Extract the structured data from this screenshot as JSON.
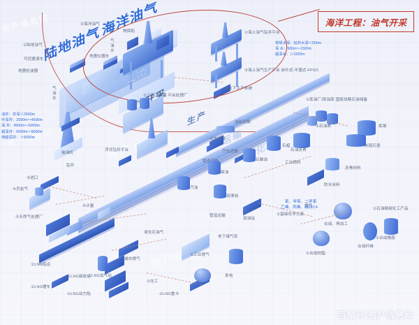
{
  "poster": {
    "title_land": "陆地油气",
    "title_sea": "海洋油气",
    "stage_exploration": "勘探",
    "stage_drilling": "钻井",
    "stage_extraction": "开采",
    "stage_production": "生产",
    "stage_transport": "运输",
    "stage_refining": "炼化",
    "stage_chemical": "化工"
  },
  "callout": {
    "text": "海洋工程：油气开采",
    "border_color": "#c0392b"
  },
  "well_depth_legend": {
    "lines": [
      "浅井：井深＜2500m",
      "中深井：2500m～4500m",
      "深  井：4500m～6000m",
      "超深井：6000m～9000m",
      "特超深井：＞9000m"
    ]
  },
  "water_depth_legend": {
    "lines": [
      "常规水深：钻井水深＜500m",
      "深  水：500m～1500m",
      "超深水：＞1500m"
    ]
  },
  "nodes": {
    "land_oil_gas": "①陆地油气",
    "sea_oil_gas": "②海洋油气",
    "import": "③进口",
    "shale_gas": "④页岩气",
    "gas_plant": "⑤天然气处理厂",
    "metering": "⑥计量",
    "seismic_source_truck": "可控震源车",
    "seismic_instrument_truck": "地震仪器车",
    "seismic_detector": "地震检波器",
    "survey_vessel": "物探船",
    "gas_oil_water": "气 油 水",
    "offshore_drill_platform": "①海上油气钻井平台",
    "offshore_production_platform": "②海上油气生产平台 自升式-半潜式-FPSO",
    "subsea_production_system": "③水下生产系统",
    "floating_drill_platform": "浮式钻井平台",
    "drill_rig": "钻井",
    "pumping_unit": "抽油机",
    "oil_gas_separation": "①三相工艺罐 平台处理厂",
    "tanker_transport": "油轮运输",
    "train_transport": "火车运输",
    "truck_transport": "汽车运输",
    "pipeline_transport": "管道运输",
    "refinery": "①炼油厂/原油库 国家战略石油储备",
    "petroleum_coke": "①石油焦",
    "steelmaking": "炼钢",
    "graphite": "制造石墨",
    "asphalt": "石油沥青",
    "asphalt_material": "沥青材料",
    "waterproof_coating": "防水涂料",
    "paraffin": "石蜡",
    "naphtha": "石脑油",
    "diesel": "柴油",
    "gasoline": "汽油",
    "lubricant": "润滑油",
    "gas_station": "加油站",
    "lpg": "液化石油气",
    "city_gas": "城市燃气",
    "industrial_gas": "①工业燃气",
    "fuel_gas": "燃气",
    "power_generation": "发电",
    "chemical": "①化工",
    "lng_shipping": "①LNG船运",
    "lng_terminal": "①LNG接收站",
    "lng_tanker_truck": "①LNG槽车",
    "lng_filling_station": "①LNG加气站",
    "lng_heavy_truck": "①LNG重卡",
    "lng_power_plant": "①LNG动力船",
    "underground_gas_storage": "地下储气库",
    "industrial_fuel": "工业燃料",
    "basic_chemicals": "①基础化学元素",
    "aromatics": "苯、甲苯、二甲苯",
    "olefins": "乙烯、丙烯、碳四C4",
    "synthesis": "合成、再加工",
    "synthetic_resin": "①合成树脂",
    "synthetic_fiber": "合成纤维",
    "synthetic_rubber": "①合成橡胶",
    "petro_byproducts": "①石油精细化工产品"
  },
  "watermarks": {
    "main": "百家号/资产信息网",
    "tile": "资产信息网"
  }
}
